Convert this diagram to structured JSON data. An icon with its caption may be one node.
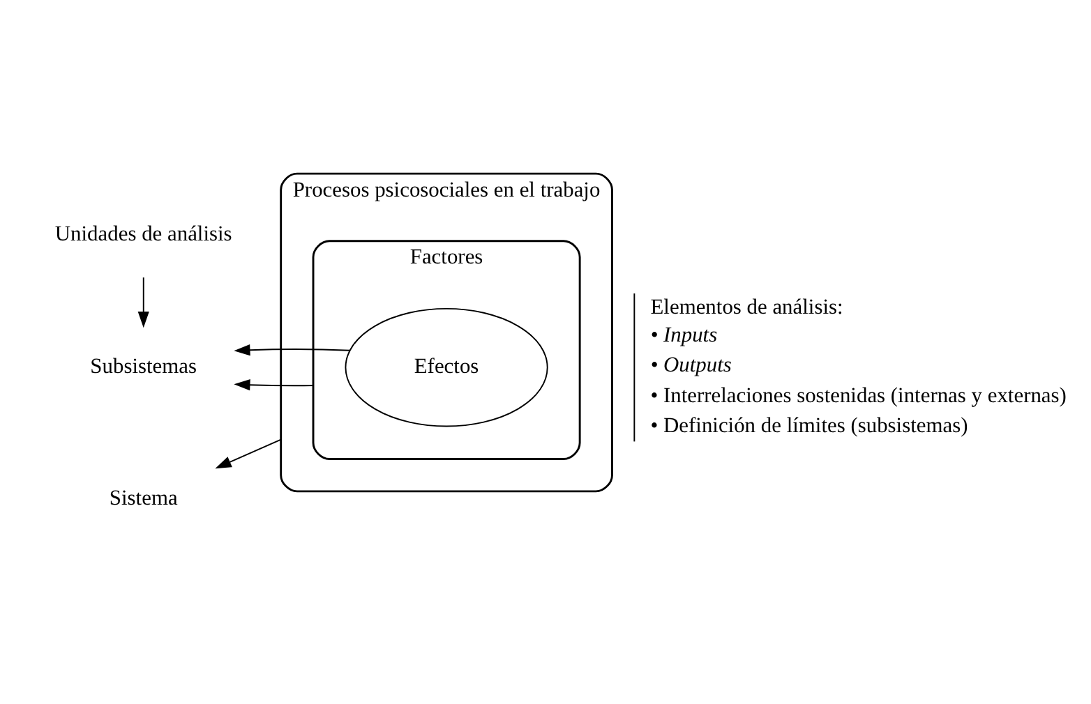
{
  "diagram": {
    "nodes": [
      {
        "text": [
          "Procesos psicosociales en el trabajo"
        ]
      },
      {
        "text": [
          "Factores"
        ],
        "in": 0
      },
      {
        "text": [
          "Efectos"
        ],
        "in": 1
      },
      {
        "text": [
          "Sistema"
        ]
      },
      {
        "text": [
          "Subsistemas"
        ]
      },
      {
        "text": [
          "Unidades de análisis"
        ]
      }
    ],
    "edges": [
      {
        "from": 0,
        "to": 3,
        "arrow": "to"
      },
      {
        "from": 1,
        "to": 4,
        "arrow": "to"
      },
      {
        "from": 2,
        "to": 4,
        "arrow": "to"
      },
      {
        "from": 5,
        "to": 4,
        "arrow": "to"
      }
    ],
    "labels": [
      "Elementos de análisis:",
      "• Inputs",
      "• Outputs",
      "• Interrelaciones sostenidas (internas y externas)",
      "• Definición de límites (subsistemas)"
    ]
  }
}
